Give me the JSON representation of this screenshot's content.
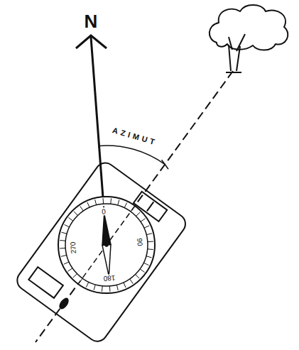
{
  "diagram": {
    "labels": [
      "N",
      "AZIMUT",
      "0",
      "90",
      "180",
      "270"
    ]
  }
}
